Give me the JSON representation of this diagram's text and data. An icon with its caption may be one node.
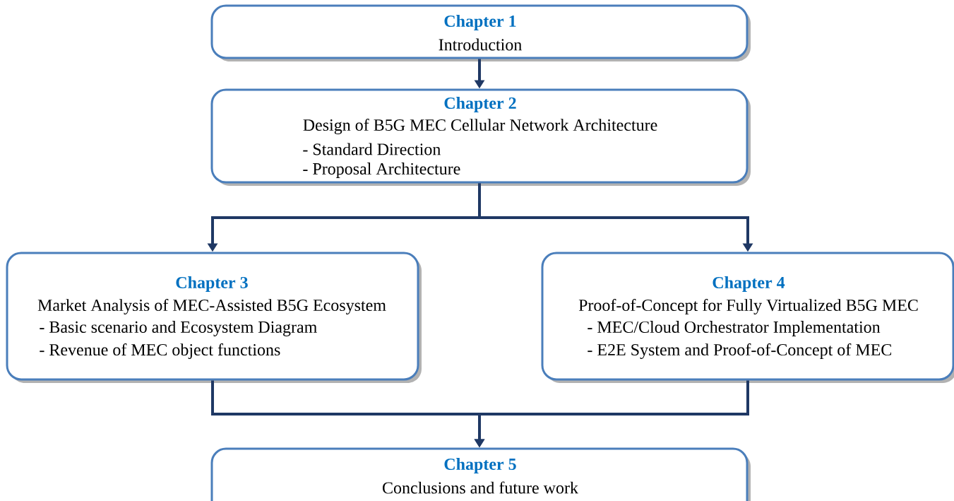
{
  "diagram": {
    "nodes": [
      {
        "text": [
          "Chapter 1",
          "Introduction"
        ]
      },
      {
        "text": [
          "Chapter 2",
          "Design of B5G MEC Cellular Network Architecture",
          "- Standard Direction",
          "- Proposal Architecture"
        ]
      },
      {
        "text": [
          "Chapter 3",
          "Market Analysis of MEC-Assisted B5G Ecosystem",
          "- Basic scenario and Ecosystem Diagram",
          "- Revenue of MEC object functions"
        ]
      },
      {
        "text": [
          "Chapter 4",
          "Proof-of-Concept for Fully Virtualized B5G MEC",
          "- MEC/Cloud Orchestrator Implementation",
          "- E2E System and Proof-of-Concept of MEC"
        ]
      },
      {
        "text": [
          "Chapter 5",
          "Conclusions and future work"
        ]
      }
    ],
    "edges": [
      {
        "from": 0,
        "to": 1,
        "arrow": "to"
      },
      {
        "from": 1,
        "to": 2,
        "arrow": "to"
      },
      {
        "from": 1,
        "to": 3,
        "arrow": "to"
      },
      {
        "from": 2,
        "to": 4,
        "arrow": "to"
      },
      {
        "from": 3,
        "to": 4,
        "arrow": "to"
      }
    ]
  }
}
